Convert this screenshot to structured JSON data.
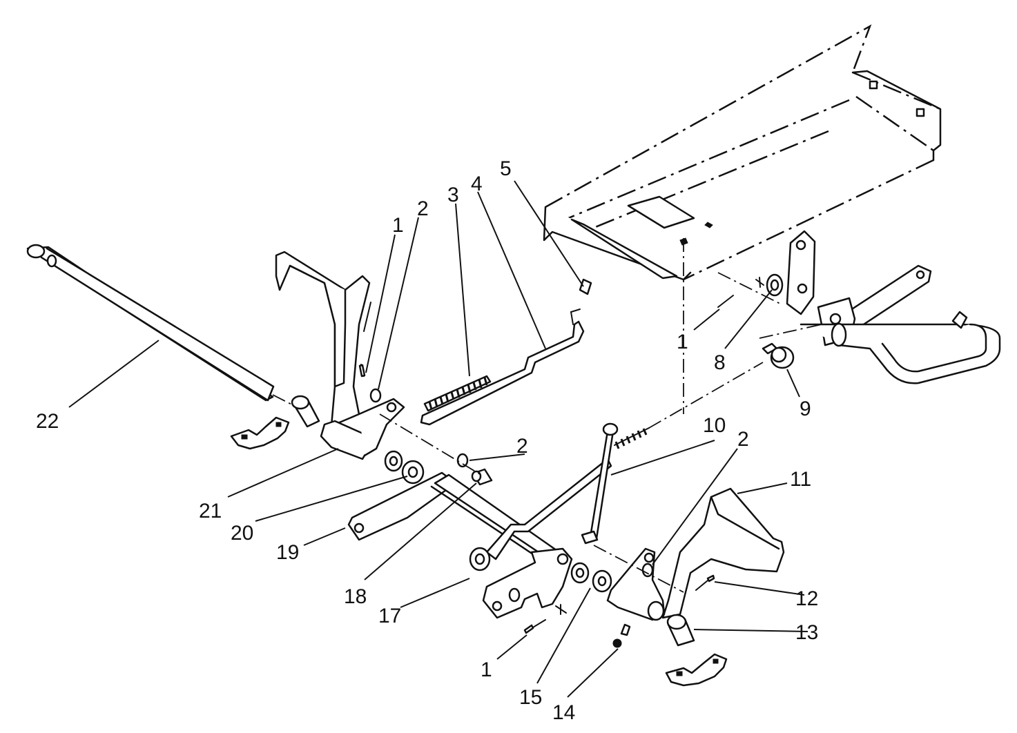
{
  "callouts": [
    {
      "id": "c1a",
      "text": "1"
    },
    {
      "id": "c2a",
      "text": "2"
    },
    {
      "id": "c3",
      "text": "3"
    },
    {
      "id": "c4",
      "text": "4"
    },
    {
      "id": "c5",
      "text": "5"
    },
    {
      "id": "c1b",
      "text": "1"
    },
    {
      "id": "c8",
      "text": "8"
    },
    {
      "id": "c9",
      "text": "9"
    },
    {
      "id": "c10",
      "text": "10"
    },
    {
      "id": "c2b",
      "text": "2"
    },
    {
      "id": "c11",
      "text": "11"
    },
    {
      "id": "c2c",
      "text": "2"
    },
    {
      "id": "c12",
      "text": "12"
    },
    {
      "id": "c13",
      "text": "13"
    },
    {
      "id": "c14",
      "text": "14"
    },
    {
      "id": "c15",
      "text": "15"
    },
    {
      "id": "c1c",
      "text": "1"
    },
    {
      "id": "c17",
      "text": "17"
    },
    {
      "id": "c18",
      "text": "18"
    },
    {
      "id": "c19",
      "text": "19"
    },
    {
      "id": "c20",
      "text": "20"
    },
    {
      "id": "c21",
      "text": "21"
    },
    {
      "id": "c22",
      "text": "22"
    }
  ]
}
